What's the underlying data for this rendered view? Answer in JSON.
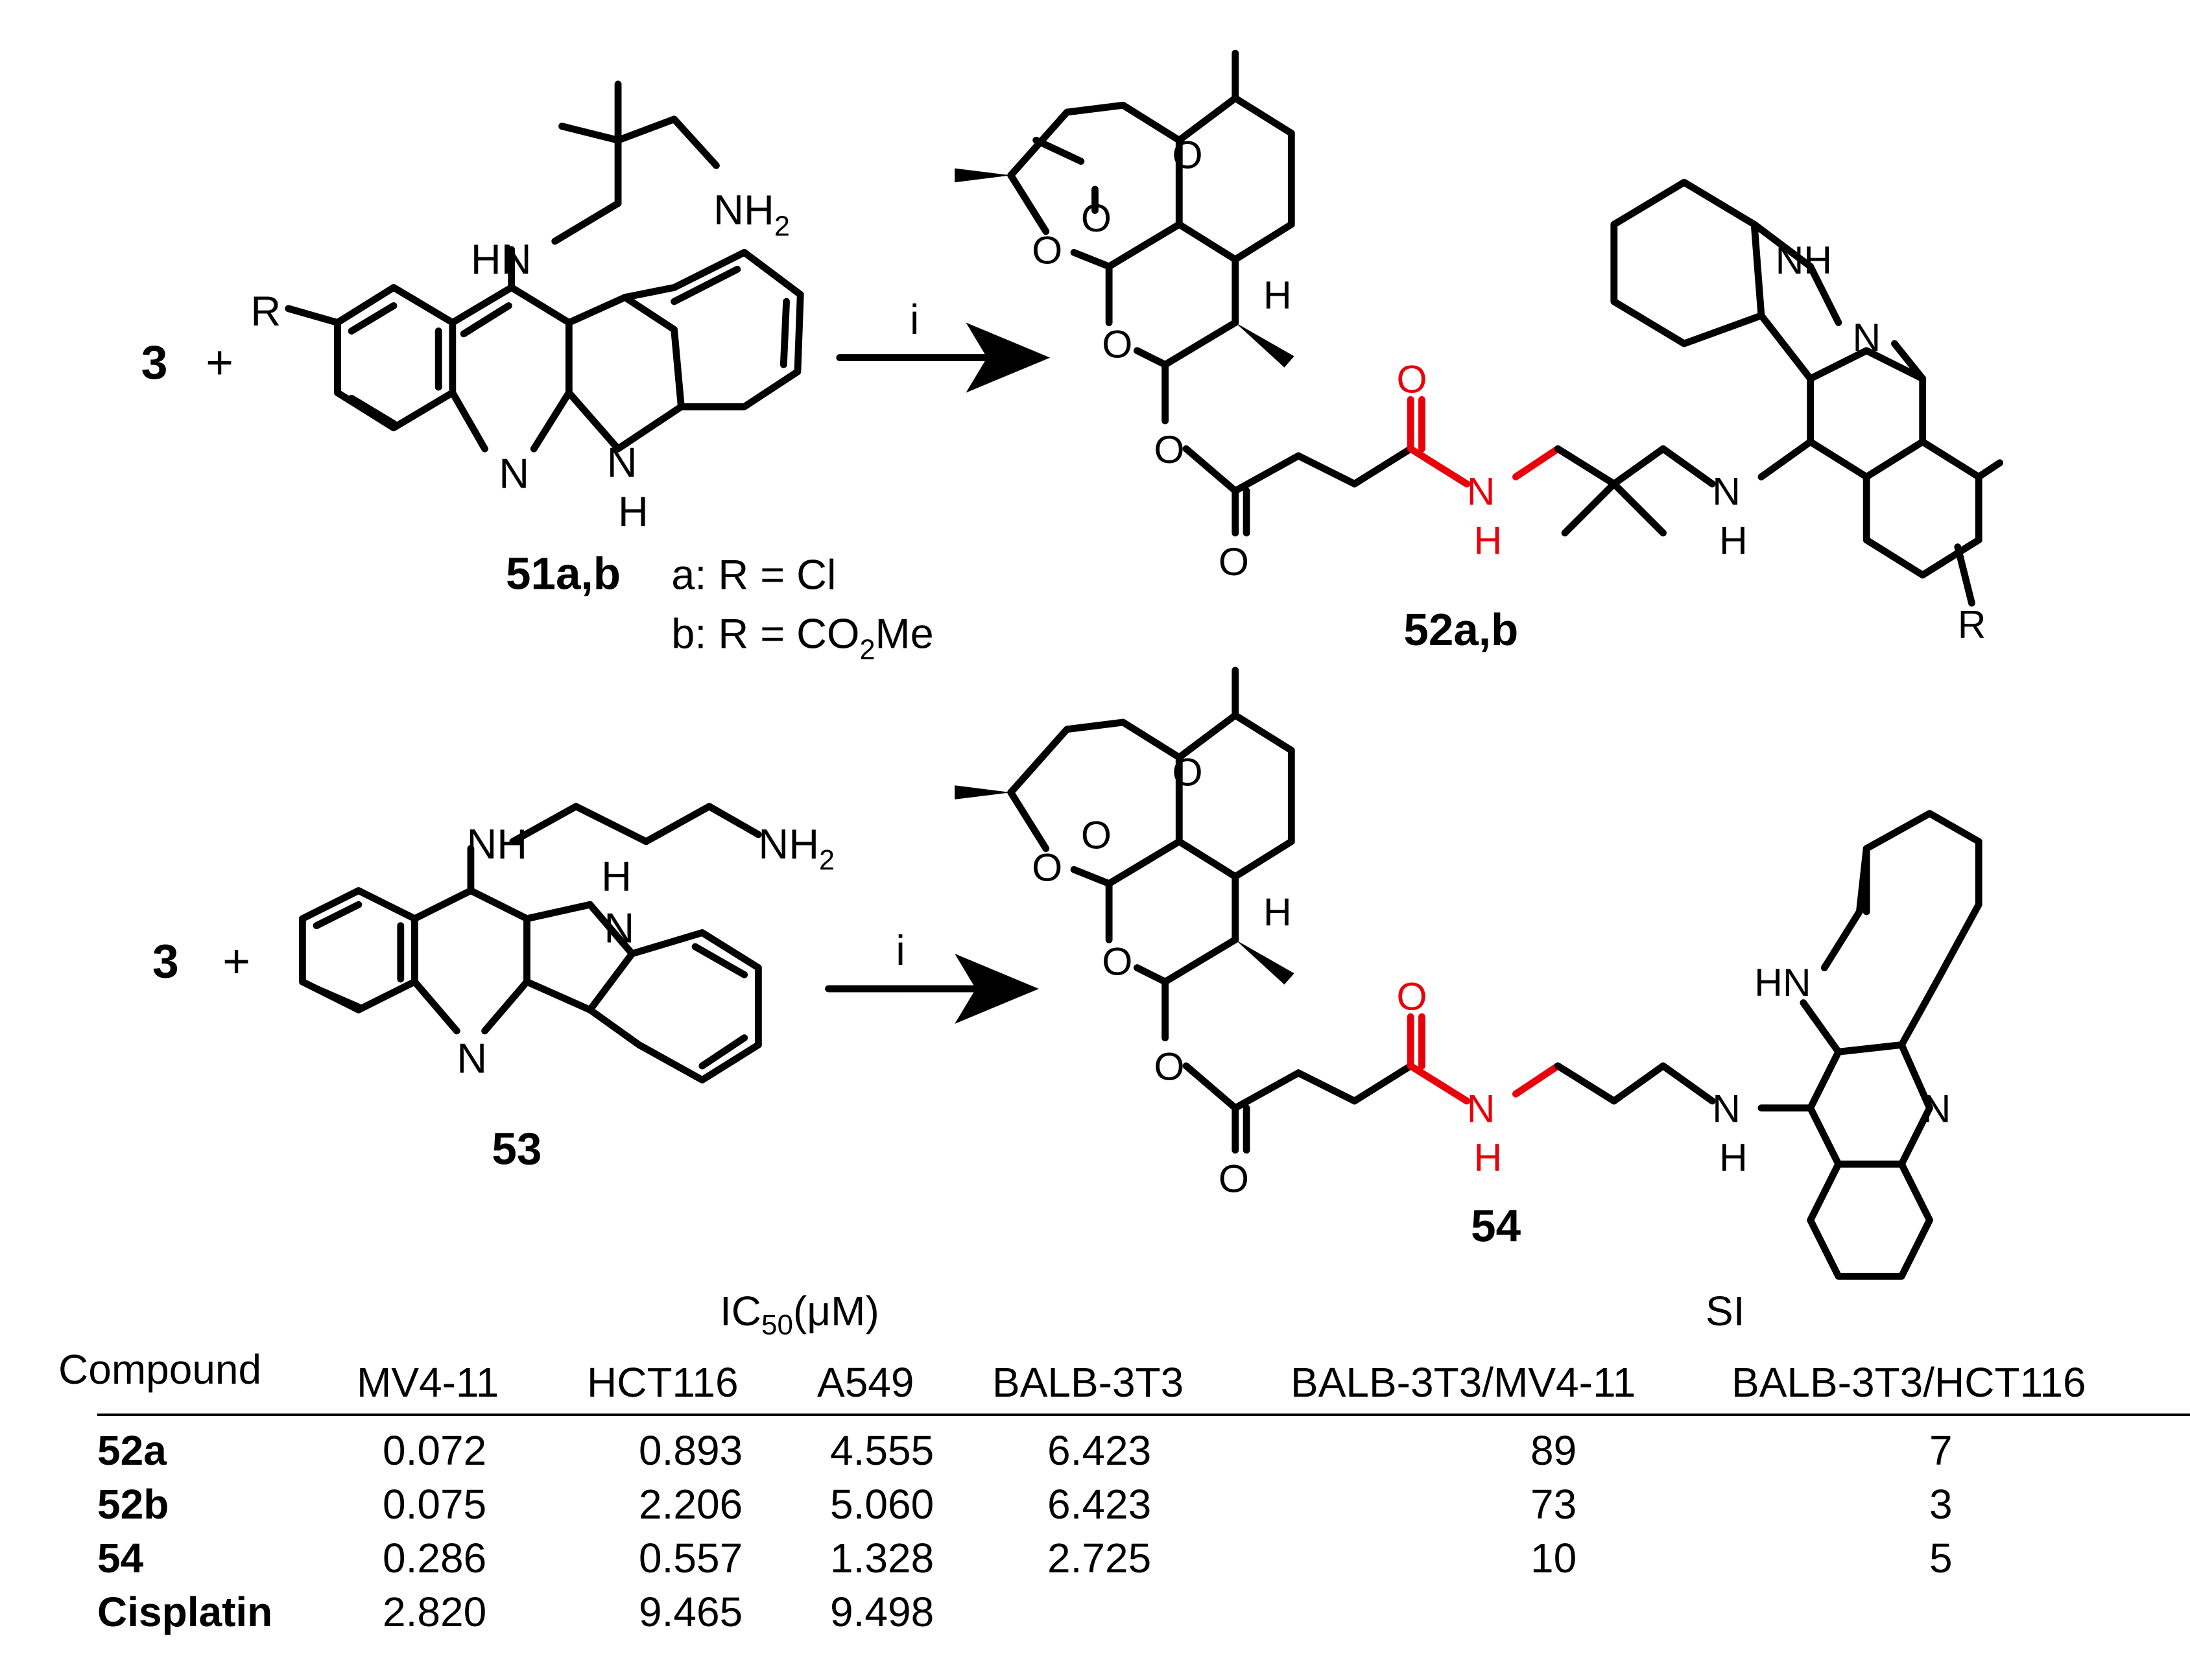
{
  "scheme": {
    "reagent_3": "3",
    "plus": "+",
    "step_label": "i",
    "row1": {
      "reactant_label": "51a,b",
      "variant_a": "a: R = Cl",
      "variant_b_prefix": "b: R = CO",
      "variant_b_sub": "2",
      "variant_b_suffix": "Me",
      "product_label": "52a,b",
      "amine": "NH",
      "amine_sub": "2",
      "hn": "HN",
      "nh": "NH",
      "n": "N",
      "h": "H",
      "r": "R",
      "o": "O"
    },
    "row2": {
      "reactant_label": "53",
      "product_label": "54",
      "nh": "NH",
      "nh2": "NH",
      "nh2_sub": "2",
      "hn": "HN",
      "n": "N",
      "h": "H",
      "o": "O"
    }
  },
  "table": {
    "group_ic50": "IC",
    "group_ic50_sub": "50",
    "group_ic50_unit": "(μM)",
    "group_si": "SI",
    "columns": [
      "Compound",
      "MV4-11",
      "HCT116",
      "A549",
      "BALB-3T3",
      "BALB-3T3/MV4-11",
      "BALB-3T3/HCT116"
    ],
    "rows": [
      {
        "compound": "52a",
        "mv411": "0.072",
        "hct116": "0.893",
        "a549": "4.555",
        "balb": "6.423",
        "si_mv": "89",
        "si_hct": "7"
      },
      {
        "compound": "52b",
        "mv411": "0.075",
        "hct116": "2.206",
        "a549": "5.060",
        "balb": "6.423",
        "si_mv": "73",
        "si_hct": "3"
      },
      {
        "compound": "54",
        "mv411": "0.286",
        "hct116": "0.557",
        "a549": "1.328",
        "balb": "2.725",
        "si_mv": "10",
        "si_hct": "5"
      },
      {
        "compound": "Cisplatin",
        "mv411": "2.820",
        "hct116": "9.465",
        "a549": "9.498",
        "balb": "",
        "si_mv": "",
        "si_hct": ""
      }
    ]
  }
}
